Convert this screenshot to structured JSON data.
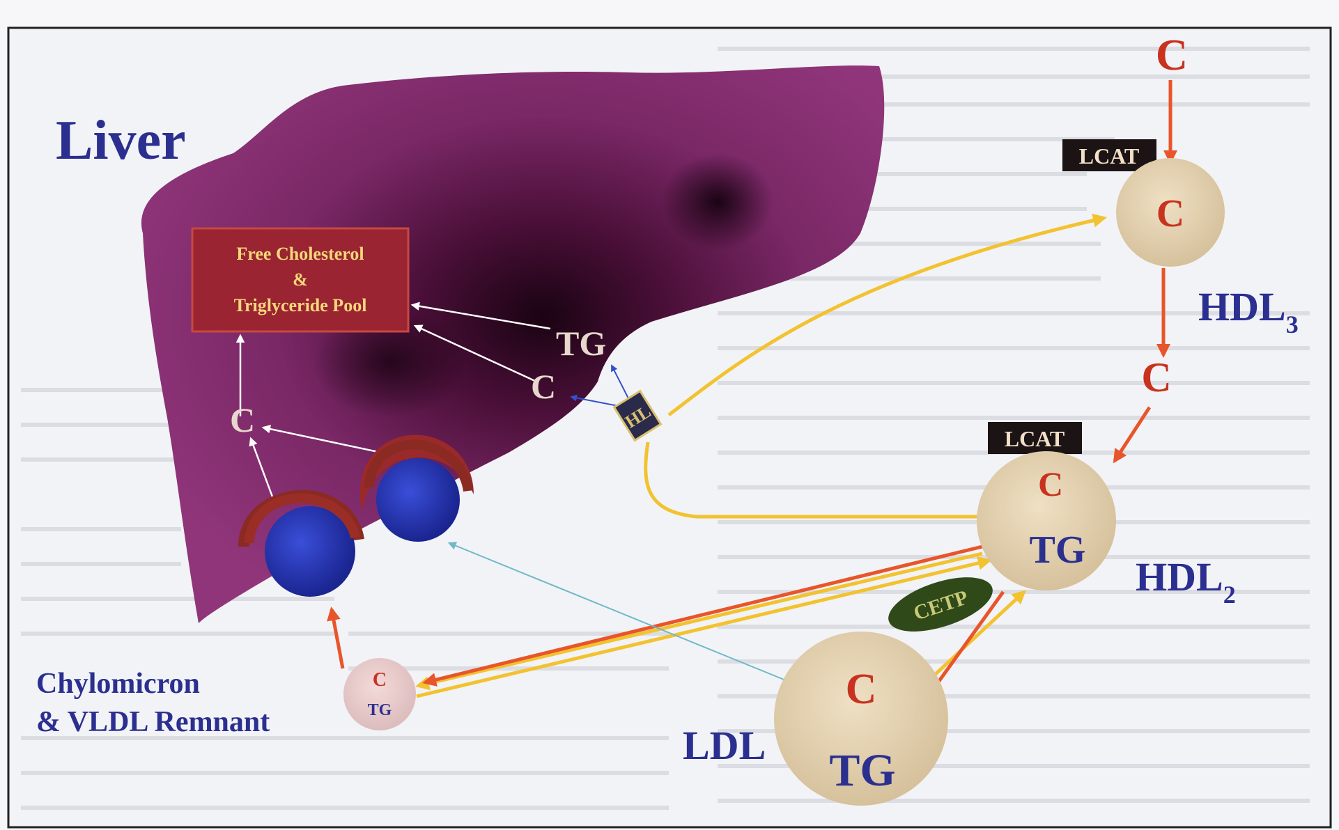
{
  "labels": {
    "liver": "Liver",
    "pool_line1": "Free Cholesterol",
    "pool_line2": "&",
    "pool_line3": "Triglyceride Pool",
    "tg_liver": "TG",
    "c_liver_1": "C",
    "c_liver_2": "C",
    "hl": "HL",
    "c_top": "C",
    "lcat_top": "LCAT",
    "hdl3_c": "C",
    "hdl3_main": "HDL",
    "hdl3_sub": "3",
    "c_mid": "C",
    "lcat_mid": "LCAT",
    "hdl2_c": "C",
    "hdl2_tg": "TG",
    "hdl2_main": "HDL",
    "hdl2_sub": "2",
    "cetp": "CETP",
    "ldl_c": "C",
    "ldl_tg": "TG",
    "ldl": "LDL",
    "remnant_c": "C",
    "remnant_tg": "TG",
    "chylo_line1": "Chylomicron",
    "chylo_line2": "& VLDL Remnant"
  },
  "colors": {
    "liver": "#7e2a6a",
    "liver_dark": "#2a0620",
    "label_blue": "#2b2f8f",
    "pool_box": "#a02830",
    "pool_text": "#f6d77a",
    "letter_red": "#c8321e",
    "arrow_orange": "#e8552a",
    "arrow_yellow": "#f2c230",
    "lipoprotein": "#e5d4b4",
    "lcat_box": "#1c1414",
    "cetp": "#2f4a18",
    "hl_box": "#2a2a4a",
    "receptor_blue": "#2a3ab8",
    "receptor_red": "#9a2a2a"
  }
}
